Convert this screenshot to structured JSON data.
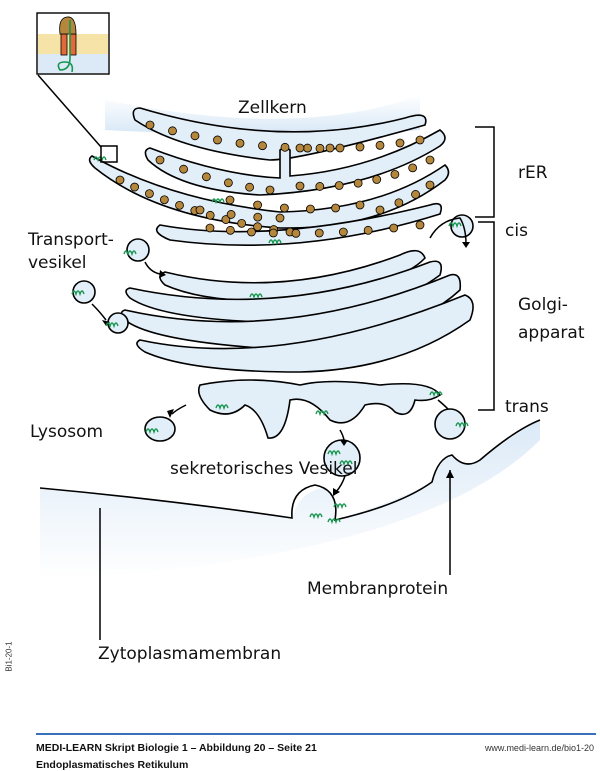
{
  "figure": {
    "labels": {
      "nucleus": "Zellkern",
      "rer": "rER",
      "cis": "cis",
      "golgi_line1": "Golgi-",
      "golgi_line2": "apparat",
      "trans": "trans",
      "transport_line1": "Transport-",
      "transport_line2": "vesikel",
      "lysosome": "Lysosom",
      "secretory_vesicle": "sekretorisches Vesikel",
      "membrane_protein": "Membranprotein",
      "cytoplasm_membrane": "Zytoplasmamembran"
    },
    "colors": {
      "organelle_fill": "#e2eef8",
      "ribosome": "#b5873c",
      "protein": "#16964f",
      "lipid_bilayer": "#f6e3a8",
      "channel": "#e06a3a"
    }
  },
  "footer": {
    "title": "MEDI-LEARN Skript Biologie 1 – Abbildung 20 – Seite 21",
    "subtitle": "Endoplasmatisches Retikulum",
    "url": "www.medi-learn.de/bio1-20",
    "side_code": "Bi1-20-1"
  }
}
